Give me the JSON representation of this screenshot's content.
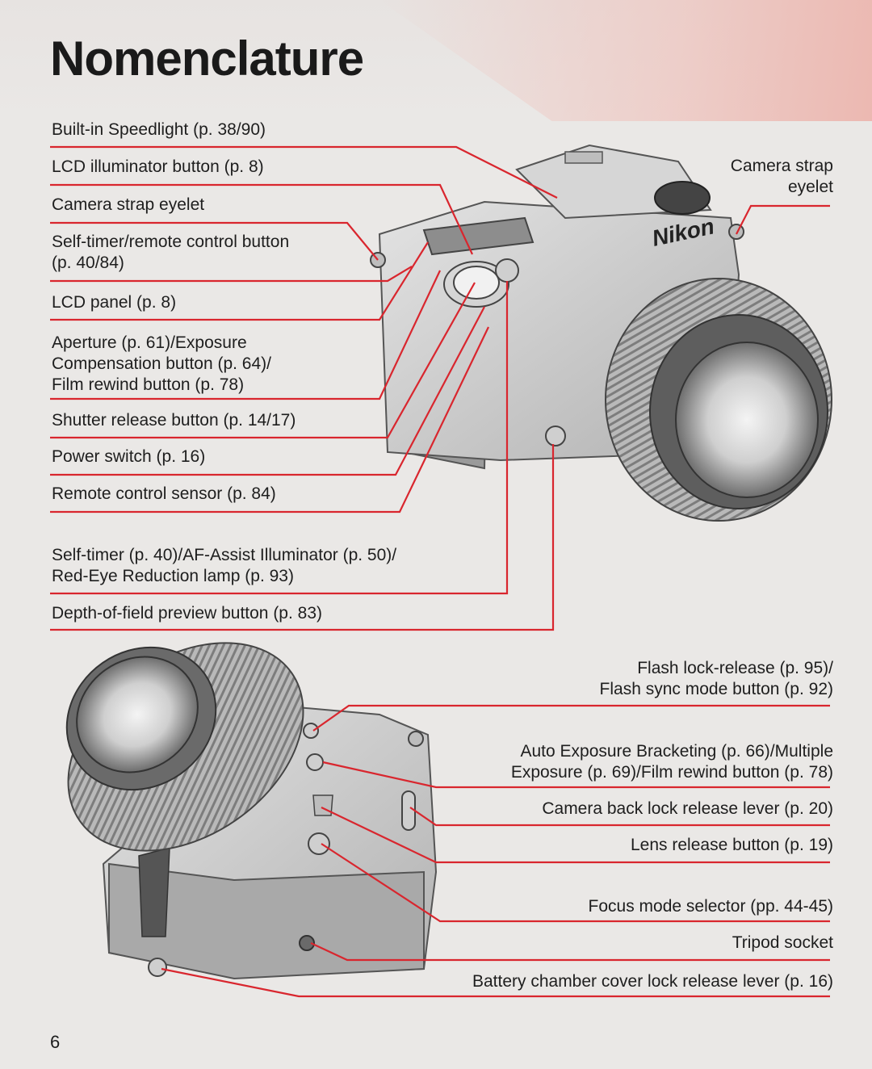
{
  "title": "Nomenclature",
  "page_number": "6",
  "brand": "Nikon",
  "accent_color": "#d9262e",
  "callouts_top_left": [
    {
      "lines": [
        "Built-in Speedlight (p. 38/90)"
      ]
    },
    {
      "lines": [
        "LCD illuminator button (p. 8)"
      ]
    },
    {
      "lines": [
        "Camera strap eyelet"
      ]
    },
    {
      "lines": [
        "Self-timer/remote control button",
        "(p. 40/84)"
      ]
    },
    {
      "lines": [
        "LCD panel (p. 8)"
      ]
    },
    {
      "lines": [
        "Aperture (p. 61)/Exposure",
        "Compensation button (p. 64)/",
        "Film rewind button (p. 78)"
      ]
    },
    {
      "lines": [
        "Shutter release button (p. 14/17)"
      ]
    },
    {
      "lines": [
        "Power switch (p. 16)"
      ]
    },
    {
      "lines": [
        "Remote control sensor (p. 84)"
      ]
    },
    {
      "lines": [
        "Self-timer (p. 40)/AF-Assist Illuminator (p. 50)/",
        "Red-Eye Reduction lamp (p. 93)"
      ]
    },
    {
      "lines": [
        "Depth-of-field preview button (p. 83)"
      ]
    }
  ],
  "callout_top_right": {
    "lines": [
      "Camera strap",
      "eyelet"
    ]
  },
  "callouts_bottom_right": [
    {
      "lines": [
        "Flash lock-release (p. 95)/",
        "Flash sync mode button (p. 92)"
      ]
    },
    {
      "lines": [
        "Auto Exposure Bracketing (p. 66)/Multiple",
        "Exposure (p. 69)/Film rewind button (p. 78)"
      ]
    },
    {
      "lines": [
        "Camera back lock release lever (p. 20)"
      ]
    },
    {
      "lines": [
        "Lens release button (p. 19)"
      ]
    },
    {
      "lines": [
        "Focus mode selector (pp. 44-45)"
      ]
    },
    {
      "lines": [
        "Tripod socket"
      ]
    },
    {
      "lines": [
        "Battery chamber cover lock release lever (p. 16)"
      ]
    }
  ]
}
